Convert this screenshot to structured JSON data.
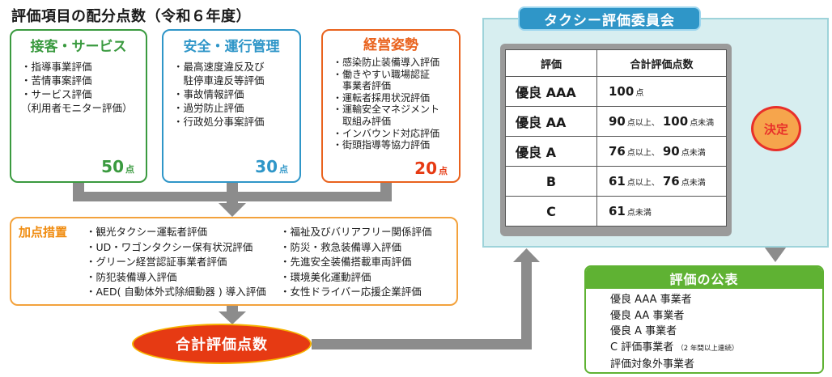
{
  "title": "評価項目の配分点数（令和６年度）",
  "categories": [
    {
      "title": "接客・サービス",
      "color": "#3a9a3f",
      "items": [
        "・指導事業評価",
        "・苦情事案評価",
        "・サービス評価",
        "（利用者モニター評価）"
      ],
      "points": "50",
      "unit": "点"
    },
    {
      "title": "安全・運行管理",
      "color": "#2f96c8",
      "items": [
        "・最高速度違反及び",
        "　駐停車違反等評価",
        "・事故情報評価",
        "・過労防止評価",
        "・行政処分事案評価"
      ],
      "points": "30",
      "unit": "点"
    },
    {
      "title": "経営姿勢",
      "color": "#e9621d",
      "items": [
        "・感染防止装備導入評価",
        "・働きやすい職場認証",
        "　事業者評価",
        "・運転者採用状況評価",
        "・運輸安全マネジメント",
        "　取組み評価",
        "・インバウンド対応評価",
        "・街頭指導等協力評価"
      ],
      "points": "20",
      "unit": "点"
    }
  ],
  "bonus": {
    "title": "加点措置",
    "left_items": [
      "・観光タクシー運転者評価",
      "・UD・ワゴンタクシー保有状況評価",
      "・グリーン経営認証事業者評価",
      "・防犯装備導入評価",
      "・AED( 自動体外式除細動器 ) 導入評価"
    ],
    "right_items": [
      "・福祉及びバリアフリー関係評価",
      "・防災・救急装備導入評価",
      "・先進安全装備搭載車両評価",
      "・環境美化運動評価",
      "・女性ドライバー応援企業評価"
    ]
  },
  "total_label": "合計評価点数",
  "committee": {
    "title": "タクシー評価委員会",
    "headers": [
      "評価",
      "合計評価点数"
    ],
    "rows": [
      {
        "grade": "優良 AAA",
        "parts": [
          {
            "n": "100",
            "u": "点"
          }
        ]
      },
      {
        "grade": "優良 AA",
        "parts": [
          {
            "n": "90",
            "u": "点以上、"
          },
          {
            "n": "100",
            "u": "点未満"
          }
        ]
      },
      {
        "grade": "優良 A",
        "parts": [
          {
            "n": "76",
            "u": "点以上、"
          },
          {
            "n": "90",
            "u": "点未満"
          }
        ]
      },
      {
        "grade": "B",
        "parts": [
          {
            "n": "61",
            "u": "点以上、"
          },
          {
            "n": "76",
            "u": "点未満"
          }
        ]
      },
      {
        "grade": "C",
        "parts": [
          {
            "n": "61",
            "u": "点未満"
          }
        ]
      }
    ]
  },
  "decision_label": "決定",
  "publication": {
    "title": "評価の公表",
    "items": [
      {
        "text": "優良 AAA 事業者",
        "note": ""
      },
      {
        "text": "優良 AA 事業者",
        "note": ""
      },
      {
        "text": "優良 A 事業者",
        "note": ""
      },
      {
        "text": "C 評価事業者",
        "note": "（2 年間以上連続）"
      },
      {
        "text": "評価対象外事業者",
        "note": ""
      }
    ]
  },
  "colors": {
    "arrow": "#8c8c8c",
    "total_fill": "#e63a13",
    "bonus_border": "#f3a23c",
    "publication": "#5fb233"
  }
}
